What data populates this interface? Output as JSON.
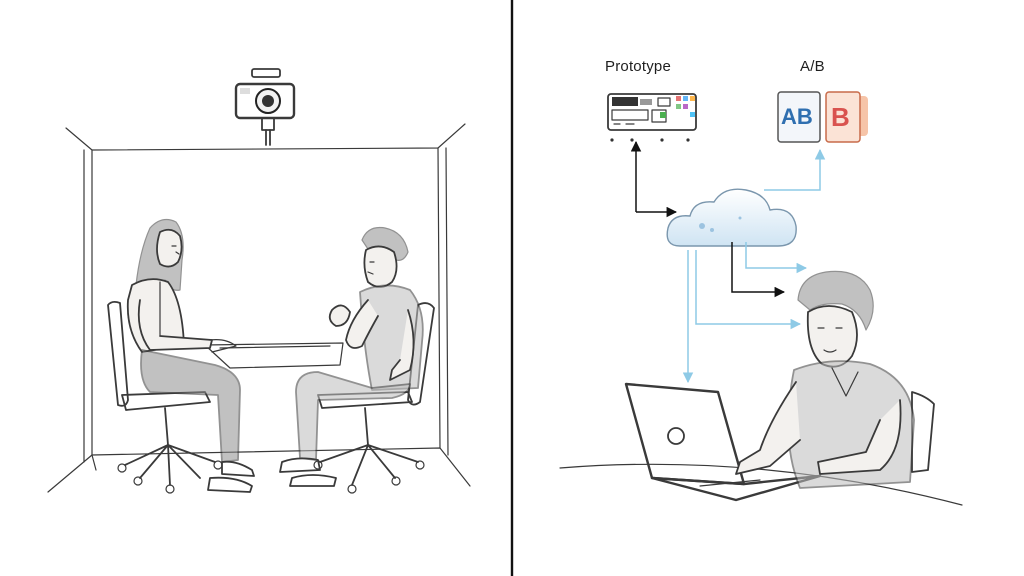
{
  "labels": {
    "prototype": "Prototype",
    "ab": "A/B",
    "card_a": "AB",
    "card_b": "B"
  },
  "colors": {
    "pencil": "#3a3a3a",
    "divider": "#111111",
    "arrow_blue": "#8ecae6",
    "cloud_blue": "#cfe4f3",
    "card_a_blue": "#2f6fb0",
    "card_b_red": "#d9534f",
    "card_b_bg": "#f6c4a8"
  }
}
